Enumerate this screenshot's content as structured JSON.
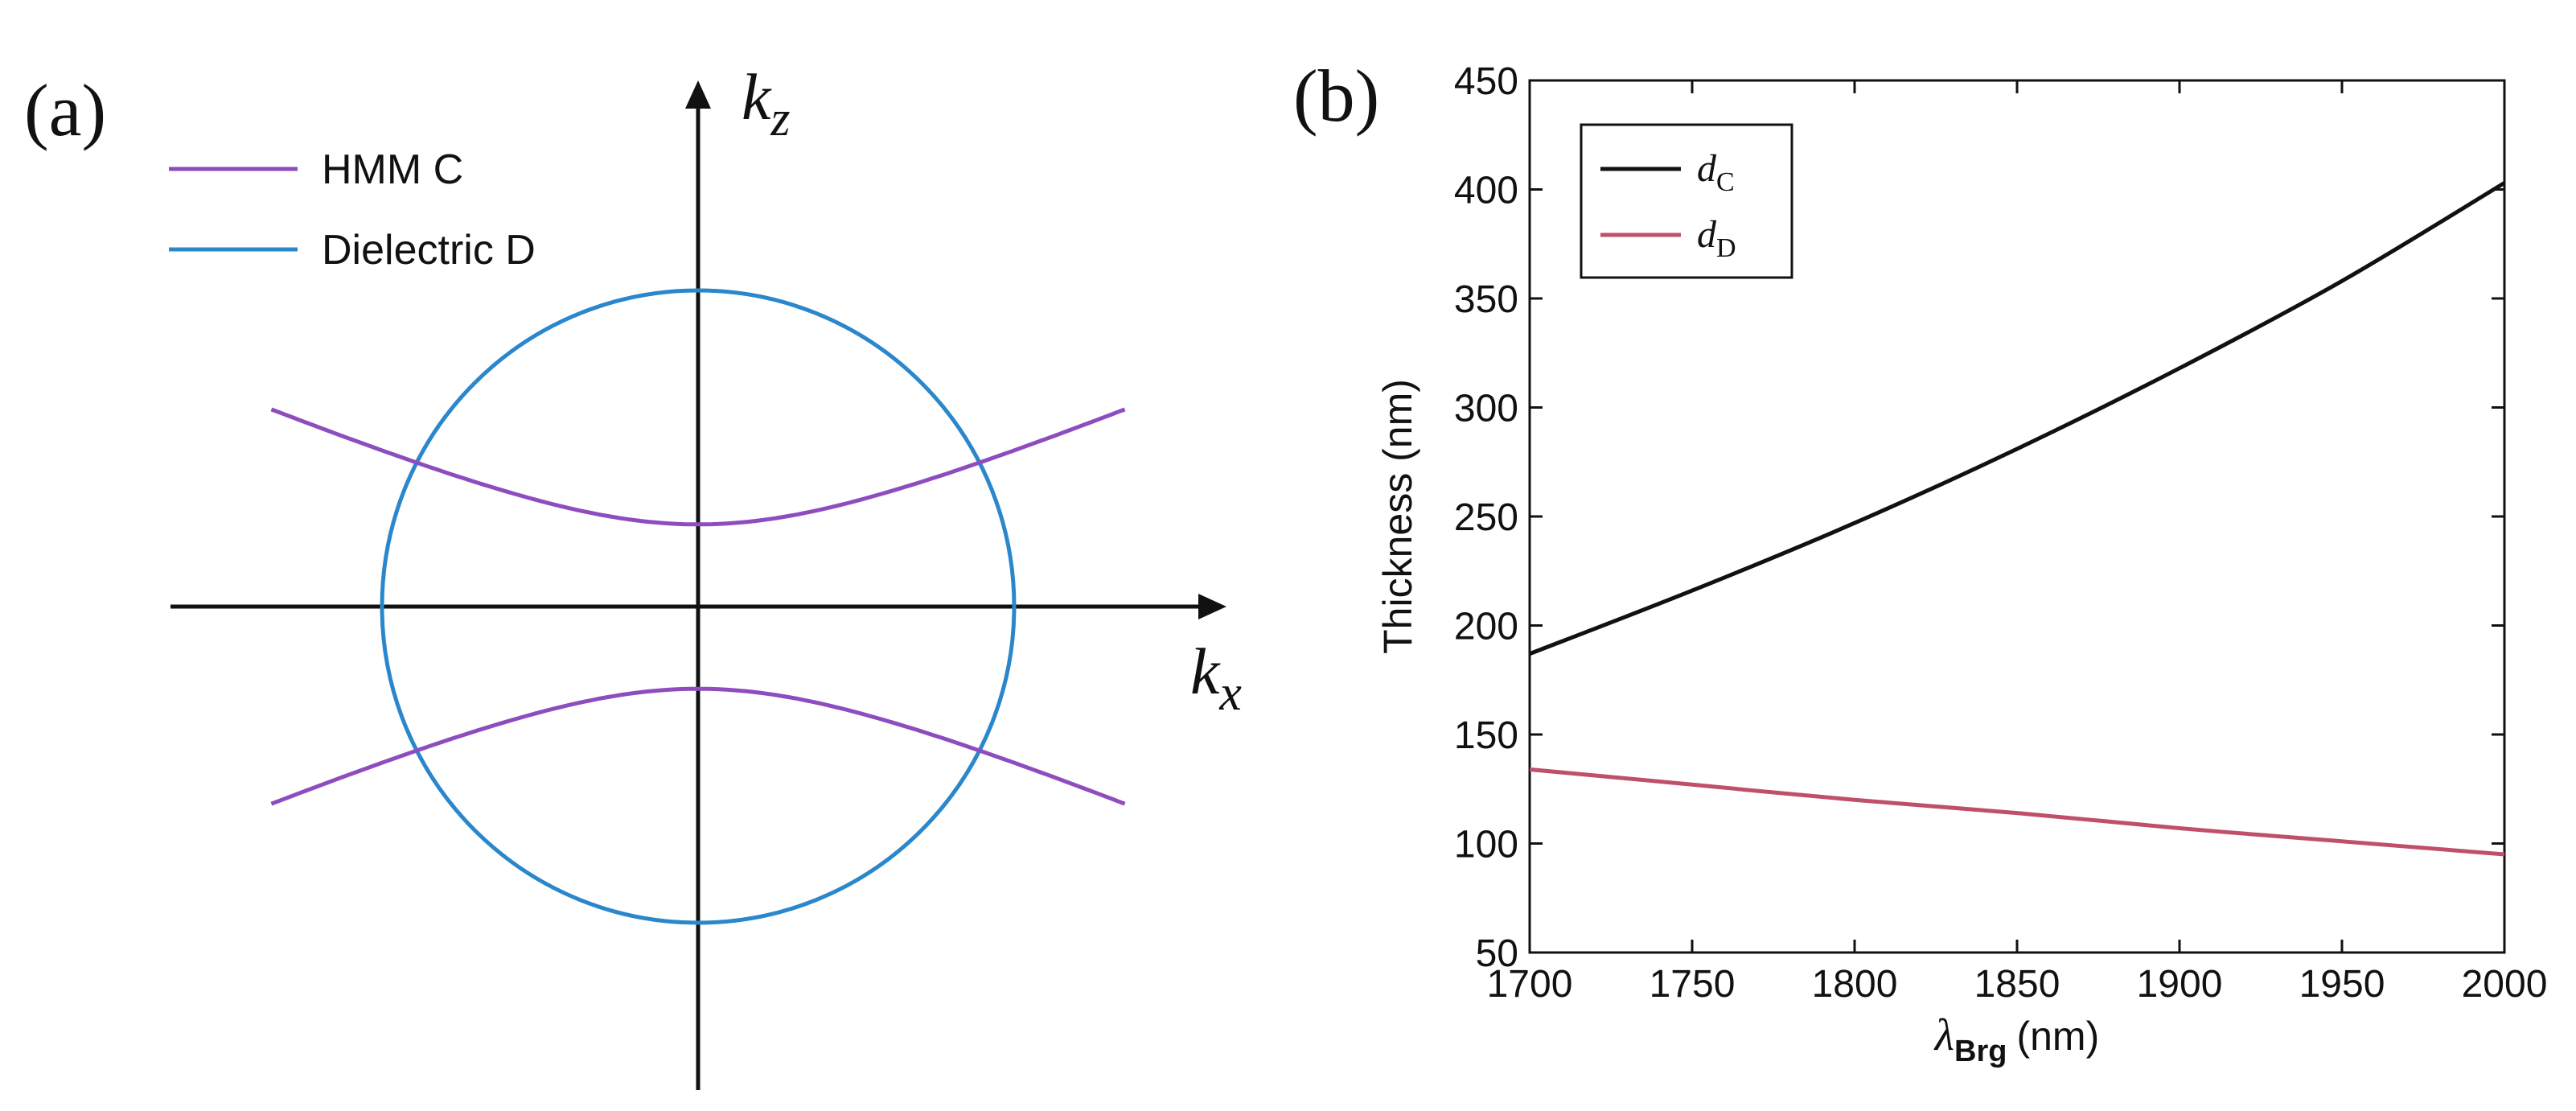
{
  "chart_data": [
    {
      "type": "line",
      "panel_label": "(a)",
      "xlabel": "k",
      "xlabel_sub": "x",
      "ylabel": "k",
      "ylabel_sub": "z",
      "legend_position": "top-left",
      "series": [
        {
          "name": "HMM C",
          "color": "#8e4dbf",
          "shape": "hyperbola",
          "vertex_kz": 0.26,
          "asymptote_slope": 0.42,
          "kx_range": [
            -1.35,
            1.35
          ]
        },
        {
          "name": "Dielectric D",
          "color": "#2b87cc",
          "shape": "circle",
          "radius": 1.0
        }
      ]
    },
    {
      "type": "line",
      "panel_label": "(b)",
      "xlabel": "λ",
      "xlabel_sub": "Brg",
      "xlabel_unit": "(nm)",
      "ylabel": "Thickness (nm)",
      "xlim": [
        1700,
        2000
      ],
      "ylim": [
        50,
        450
      ],
      "xticks": [
        1700,
        1750,
        1800,
        1850,
        1900,
        1950,
        2000
      ],
      "yticks": [
        50,
        100,
        150,
        200,
        250,
        300,
        350,
        400,
        450
      ],
      "grid": false,
      "legend_position": "top-left",
      "x": [
        1700,
        1750,
        1800,
        1850,
        1900,
        1950,
        2000
      ],
      "series": [
        {
          "name": "d",
          "sub": "C",
          "color": "#111111",
          "values": [
            187,
            216,
            247,
            281,
            318,
            358,
            403
          ]
        },
        {
          "name": "d",
          "sub": "D",
          "color": "#c0506a",
          "values": [
            134,
            127,
            120,
            114,
            107,
            101,
            95
          ]
        }
      ]
    }
  ]
}
